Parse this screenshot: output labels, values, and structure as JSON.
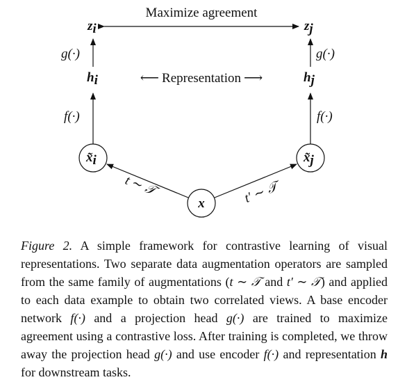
{
  "diagram": {
    "top_label": "Maximize agreement",
    "middle_label": "Representation",
    "arrow_left": "⟵",
    "arrow_right": "⟶",
    "z_i": "z",
    "z_j": "z",
    "h_i": "h",
    "h_j": "h",
    "sub_i": "i",
    "sub_j": "j",
    "x_tilde": "x̃",
    "x": "x",
    "g_label": "g(·)",
    "f_label": "f(·)",
    "t_left": "t ∼ 𝒯",
    "t_right": "t′ ∼ 𝒯"
  },
  "caption": {
    "lead": "Figure 2.",
    "p1": " A simple framework for contrastive learning of visual representations. Two separate data augmentation operators are sampled from the same family of augmentations (",
    "m1": "t ∼ 𝒯",
    "p2": " and ",
    "m2": "t′ ∼ 𝒯",
    "p3": ") and applied to each data example to obtain two correlated views. A base encoder network ",
    "m3": "f(·)",
    "p4": " and a projection head ",
    "m4": "g(·)",
    "p5": " are trained to maximize agreement using a contrastive loss. After training is completed, we throw away the projection head ",
    "m5": "g(·)",
    "p6": " and use encoder ",
    "m6": "f(·)",
    "p7": " and representation ",
    "m7": "h",
    "p8": " for downstream tasks."
  }
}
